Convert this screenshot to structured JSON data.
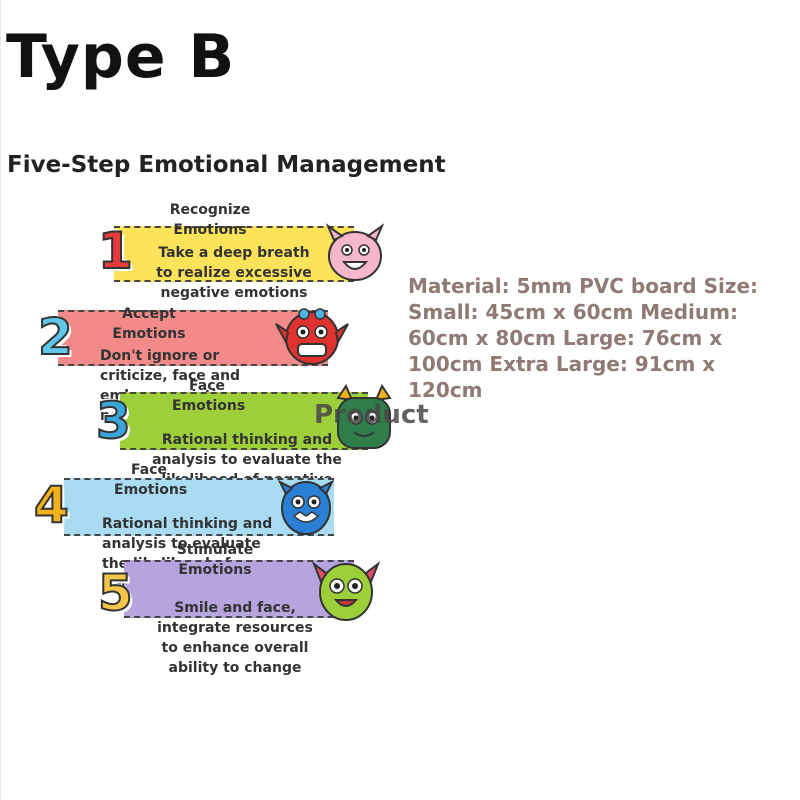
{
  "header": {
    "title": "Type B",
    "subtitle": "Five-Step Emotional Management"
  },
  "specs": {
    "text": "Material: 5mm PVC board Size: Small: 45cm x 60cm Medium: 60cm x 80cm Large: 76cm x 100cm Extra Large: 91cm x 120cm"
  },
  "watermark": "Product",
  "steps": [
    {
      "number": "1",
      "title": "Recognize Emotions",
      "description": "Take a deep breath to realize excessive negative emotions",
      "color": "#fde35a",
      "number_color": "#e63b3b",
      "monster": "pink-monster-icon"
    },
    {
      "number": "2",
      "title": "Accept Emotions",
      "description": "Don't ignore or criticize, face and embrace existing negative emotions",
      "color": "#f28a8a",
      "number_color": "#5fc8e8",
      "monster": "red-monster-icon"
    },
    {
      "number": "3",
      "title": "Face Emotions",
      "description": "Rational thinking and analysis to evaluate the likelihood of negative outcomes",
      "color": "#9ccf3a",
      "number_color": "#3aa6d8",
      "monster": "green-monster-icon"
    },
    {
      "number": "4",
      "title": "Face Emotions",
      "description": "Rational thinking and analysis to evaluate the likelihood of negative outcomes",
      "color": "#a9dcf2",
      "number_color": "#f2b21c",
      "monster": "blue-monster-icon"
    },
    {
      "number": "5",
      "title": "Stimulate Emotions",
      "description": "Smile and face, integrate resources to enhance overall ability to change",
      "color": "#b7a3dd",
      "number_color": "#f6c64a",
      "monster": "yellow-monster-icon"
    }
  ]
}
